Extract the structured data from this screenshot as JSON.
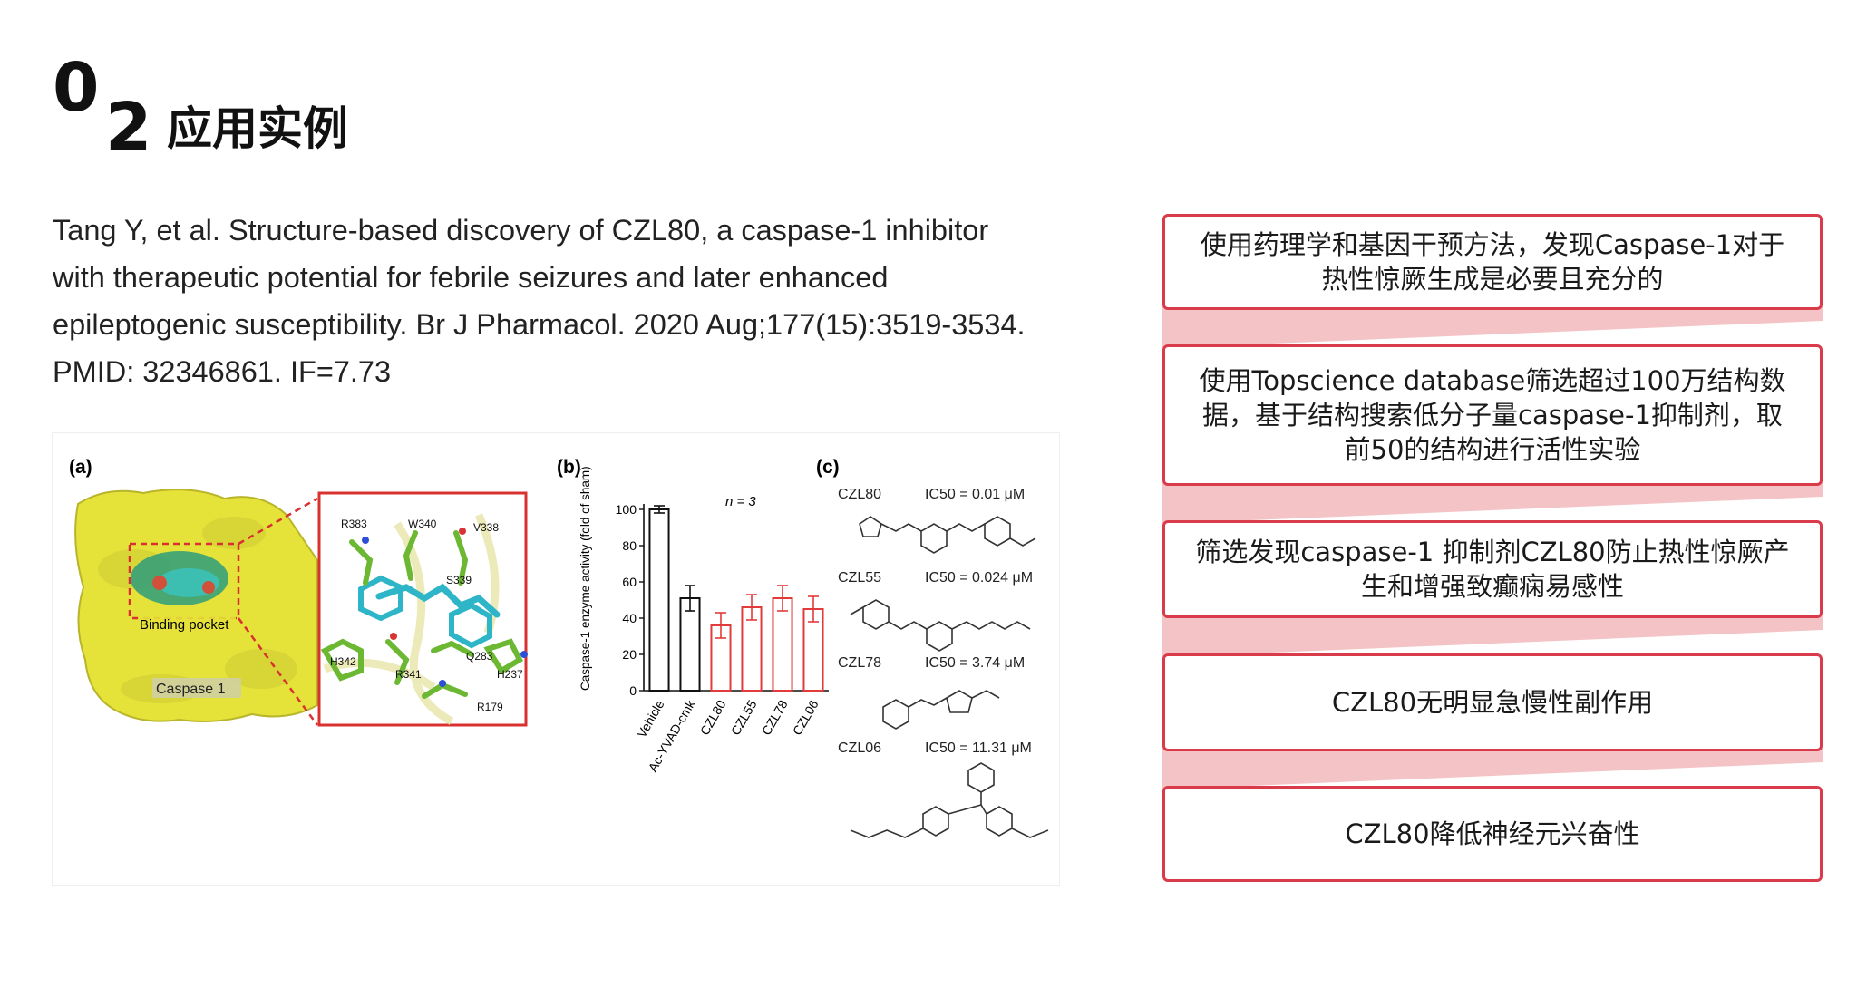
{
  "heading": {
    "number_a": "0",
    "number_b": "2",
    "title": "应用实例"
  },
  "citation": {
    "lines": [
      "Tang Y, et al. Structure-based discovery of CZL80, a caspase-1 inhibitor",
      "with therapeutic potential for febrile seizures and later enhanced",
      "epileptogenic susceptibility. Br J Pharmacol. 2020 Aug;177(15):3519-3534.",
      "PMID: 32346861.    IF=7.73"
    ]
  },
  "figure": {
    "panel_a": {
      "label": "(a)",
      "pocket_label": "Binding pocket",
      "protein_label": "Caspase 1",
      "residues": [
        "R383",
        "W340",
        "V338",
        "S339",
        "H342",
        "R341",
        "Q283",
        "H237",
        "R179"
      ]
    },
    "panel_b": {
      "label": "(b)",
      "n_label": "n = 3",
      "colors": {
        "control": "#111111",
        "compound": "#e23b3b"
      }
    },
    "panel_c": {
      "label": "(c)",
      "compounds": [
        {
          "name": "CZL80",
          "ic50": "IC50 = 0.01 μM"
        },
        {
          "name": "CZL55",
          "ic50": "IC50 = 0.024 μM"
        },
        {
          "name": "CZL78",
          "ic50": "IC50 = 3.74 μM"
        },
        {
          "name": "CZL06",
          "ic50": "IC50 = 11.31 μM"
        }
      ]
    }
  },
  "chart_data": {
    "type": "bar",
    "categories": [
      "Vehicle",
      "Ac-YVAD-cmk",
      "CZL80",
      "CZL55",
      "CZL78",
      "CZL06"
    ],
    "values": [
      100,
      51,
      36,
      46,
      51,
      45
    ],
    "errors": [
      2,
      7,
      7,
      7,
      7,
      7
    ],
    "ylabel": "Caspase-1 enzyme activity (fold of sham)",
    "yticks": [
      0,
      20,
      40,
      60,
      80,
      100
    ],
    "ylim": [
      0,
      100
    ],
    "xlabel": ""
  },
  "flow": {
    "accent": "#d93b4a",
    "connector_color": "#f4c3c6",
    "steps": [
      {
        "lines": [
          "使用药理学和基因干预方法，发现Caspase-1对于",
          "热性惊厥生成是必要且充分的"
        ]
      },
      {
        "lines": [
          "使用Topscience database筛选超过100万结构数",
          "据，基于结构搜索低分子量caspase-1抑制剂，取",
          "前50的结构进行活性实验"
        ]
      },
      {
        "lines": [
          "筛选发现caspase-1 抑制剂CZL80防止热性惊厥产",
          "生和增强致癫痫易感性"
        ]
      },
      {
        "lines": [
          "CZL80无明显急慢性副作用"
        ]
      },
      {
        "lines": [
          "CZL80降低神经元兴奋性"
        ]
      }
    ]
  }
}
